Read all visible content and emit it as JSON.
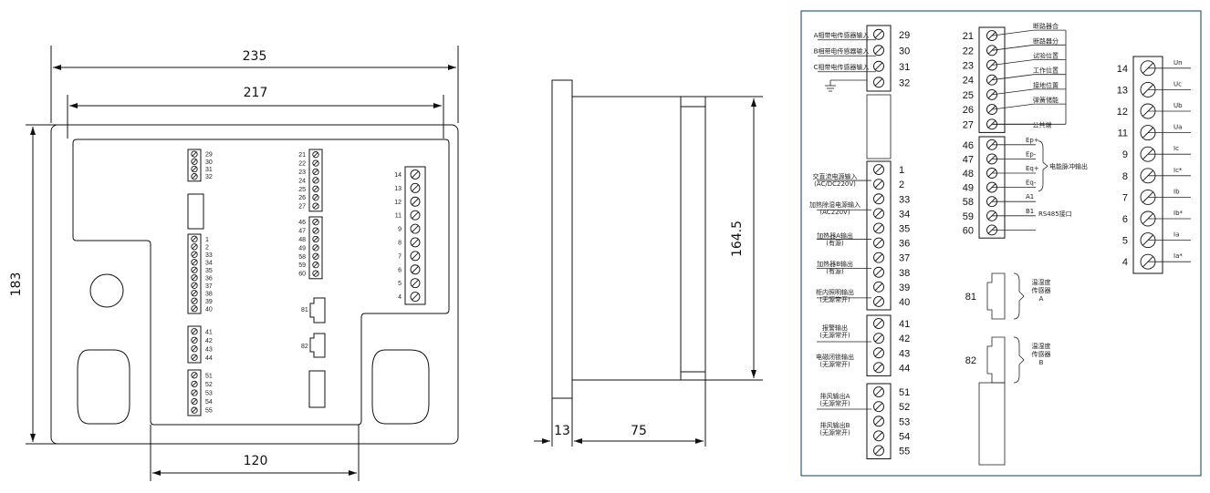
{
  "dimensions": {
    "overall_width": "235",
    "inner_width": "217",
    "height": "183",
    "bottom_width": "120",
    "side_height": "164.5",
    "flange_thickness": "13",
    "depth": "75"
  },
  "front_panel": {
    "block_a_terminals": [
      "29",
      "30",
      "31",
      "32"
    ],
    "block_b_terminals": [
      "1",
      "2",
      "33",
      "34",
      "35",
      "36",
      "37",
      "38",
      "39",
      "40"
    ],
    "block_c_terminals": [
      "41",
      "42",
      "43",
      "44"
    ],
    "block_d_terminals": [
      "51",
      "52",
      "53",
      "54",
      "55"
    ],
    "block_e_terminals": [
      "21",
      "22",
      "23",
      "24",
      "25",
      "26",
      "27"
    ],
    "block_f_terminals": [
      "46",
      "47",
      "48",
      "49",
      "58",
      "59",
      "60"
    ],
    "block_g_terminals": [
      "14",
      "13",
      "12",
      "11",
      "9",
      "8",
      "7",
      "6",
      "5",
      "4"
    ],
    "connector_labels": [
      "81",
      "82"
    ]
  },
  "wiring": {
    "group1": {
      "terminals": [
        "29",
        "30",
        "31",
        "32"
      ],
      "labels": [
        "A相带电传感器输入",
        "B相带电传感器输入",
        "C相带电传感器输入"
      ]
    },
    "group2": {
      "terminals": [
        "1",
        "2",
        "33",
        "34",
        "35",
        "36",
        "37",
        "38",
        "39",
        "40"
      ],
      "labels": [
        "交直流电源输入",
        "(AC/DC220V)",
        "加热除湿电源输入",
        "(AC220V)",
        "加热器A输出",
        "(有源)",
        "加热器B输出",
        "(有源)",
        "柜内照明输出",
        "(无源常开)"
      ]
    },
    "group3": {
      "terminals": [
        "41",
        "42",
        "43",
        "44"
      ],
      "labels": [
        "报警输出",
        "(无源常开)",
        "电磁闭锁输出",
        "(无源常开)"
      ]
    },
    "group4": {
      "terminals": [
        "51",
        "52",
        "53",
        "54",
        "55"
      ],
      "labels": [
        "排风输出A",
        "(无源常开)",
        "排风输出B",
        "(无源常开)"
      ]
    },
    "group5": {
      "terminals": [
        "21",
        "22",
        "23",
        "24",
        "25",
        "26",
        "27"
      ],
      "labels": [
        "断路器合",
        "断路器分",
        "试验位置",
        "工作位置",
        "接地位置",
        "弹簧储能",
        "公共端"
      ]
    },
    "group6": {
      "terminals": [
        "46",
        "47",
        "48",
        "49",
        "58",
        "59",
        "60"
      ],
      "labels": [
        "Ep+",
        "Ep-",
        "Eq+",
        "Eq-",
        "A1",
        "B1"
      ],
      "pulse_label": "电能脉冲输出",
      "rs485_label": "RS485接口"
    },
    "sensors": [
      {
        "num": "81",
        "lines": [
          "温湿度",
          "传感器",
          "A"
        ]
      },
      {
        "num": "82",
        "lines": [
          "温湿度",
          "传感器",
          "B"
        ]
      }
    ],
    "group7": {
      "terminals": [
        "14",
        "13",
        "12",
        "11",
        "9",
        "8",
        "7",
        "6",
        "5",
        "4"
      ],
      "labels": [
        "Un",
        "Uc",
        "Ub",
        "Ua",
        "Ic",
        "Ic*",
        "Ib",
        "Ib*",
        "Ia",
        "Ia*"
      ]
    }
  }
}
